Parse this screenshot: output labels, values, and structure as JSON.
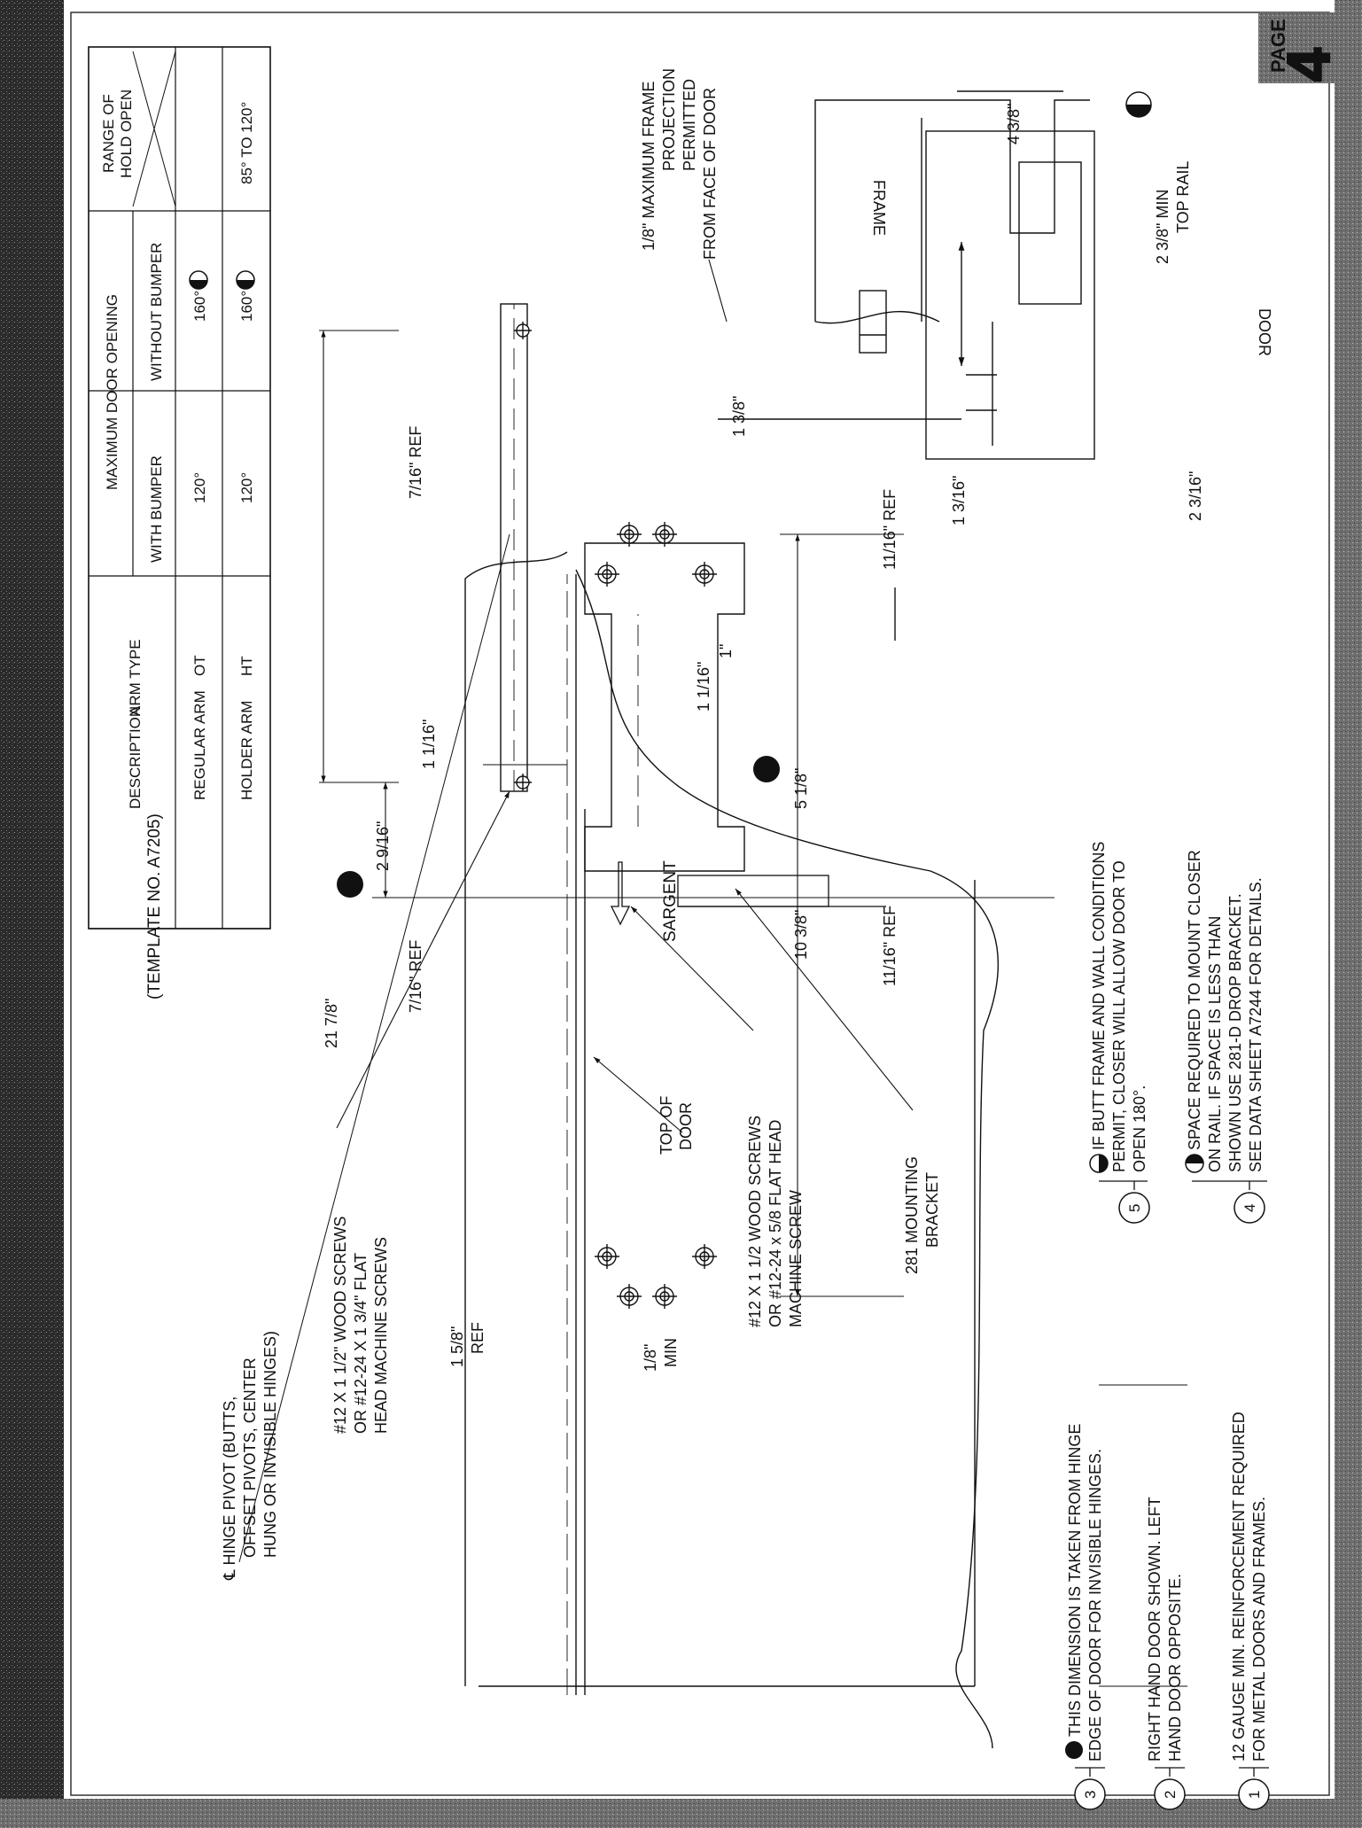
{
  "page": {
    "label": "PAGE",
    "number": "4"
  },
  "template_no": "(TEMPLATE NO. A7205)",
  "table": {
    "headers": {
      "description": "DESCRIPTION",
      "arm_type": "ARM TYPE",
      "max_opening": "MAXIMUM DOOR OPENING",
      "with_bumper": "WITH BUMPER",
      "without_bumper": "WITHOUT BUMPER",
      "range_line1": "RANGE OF",
      "range_line2": "HOLD OPEN"
    },
    "rows": [
      {
        "description": "REGULAR ARM",
        "arm_type": "OT",
        "with_bumper": "120°",
        "without_bumper": "160°",
        "without_bumper_marker": "half-circle-bottom-dark",
        "range": ""
      },
      {
        "description": "HOLDER ARM",
        "arm_type": "HT",
        "with_bumper": "120°",
        "without_bumper": "160°",
        "without_bumper_marker": "half-circle-bottom-white",
        "range": "85° TO 120°"
      }
    ]
  },
  "labels": {
    "hinge_pivot": [
      "℄ HINGE PIVOT (BUTTS,",
      "OFFSET PIVOTS, CENTER",
      "HUNG OR INVISIBLE HINGES)"
    ],
    "screws_frame": [
      "#12 X 1 1/2\" WOOD SCREWS",
      "OR #12-24 X 1 3/4\" FLAT",
      "HEAD MACHINE SCREWS"
    ],
    "screws_door": [
      "#12 X 1 1/2 WOOD SCREWS",
      "OR #12-24 x 5/8 FLAT HEAD",
      "MACHINE SCREW"
    ],
    "mounting_bracket": [
      "281 MOUNTING",
      "BRACKET"
    ],
    "top_of_door": [
      "TOP OF",
      "DOOR"
    ],
    "frame_projection": [
      "1/8\" MAXIMUM FRAME",
      "PROJECTION",
      "PERMITTED",
      "FROM FACE OF DOOR"
    ],
    "min_top_rail": [
      "2 3/8\" MIN",
      "TOP RAIL"
    ],
    "frame": "FRAME",
    "door": "DOOR",
    "brand": "SARGENT"
  },
  "dimensions": {
    "d_21_7_8": "21 7/8\"",
    "d_7_16_ref_a": "7/16\" REF",
    "d_7_16_ref_b": "7/16\" REF",
    "d_2_9_16": "2 9/16\"",
    "d_5_1_8": "5 1/8\"",
    "d_10_3_8": "10 3/8\"",
    "d_11_16_ref_a": "11/16\" REF",
    "d_11_16_ref_b": "11/16\" REF",
    "d_1": "1\"",
    "d_1_1_16_a": "1 1/16\"",
    "d_1_1_16_b": "1 1/16\"",
    "d_1_5_8_ref": [
      "1 5/8\"",
      "REF"
    ],
    "d_1_8_min": [
      "1/8\"",
      "MIN"
    ],
    "d_1_3_8": "1 3/8\"",
    "d_1_3_16": "1 3/16\"",
    "d_2_3_16": "2 3/16\"",
    "d_4_3_8": "4 3/8\""
  },
  "notes": [
    {
      "num": "1",
      "lines": [
        "12 GAUGE MIN. REINFORCEMENT REQUIRED",
        "FOR METAL DOORS AND FRAMES."
      ]
    },
    {
      "num": "2",
      "lines": [
        "RIGHT HAND DOOR SHOWN. LEFT",
        "HAND DOOR OPPOSITE."
      ]
    },
    {
      "num": "3",
      "lines": [
        "THIS DIMENSION IS TAKEN FROM HINGE",
        "EDGE OF DOOR FOR INVISIBLE HINGES."
      ],
      "marker": "full-circle-dark"
    },
    {
      "num": "4",
      "lines": [
        "SPACE REQUIRED TO MOUNT CLOSER",
        "ON RAIL. IF SPACE IS LESS THAN",
        "SHOWN USE 281-D DROP BRACKET.",
        "SEE DATA SHEET A7244 FOR DETAILS."
      ],
      "marker": "half-circle-right-dark"
    },
    {
      "num": "5",
      "lines": [
        "IF BUTT FRAME AND WALL CONDITIONS",
        "PERMIT, CLOSER WILL ALLOW DOOR TO",
        "OPEN 180°."
      ],
      "marker": "half-circle-bottom-dark"
    }
  ]
}
